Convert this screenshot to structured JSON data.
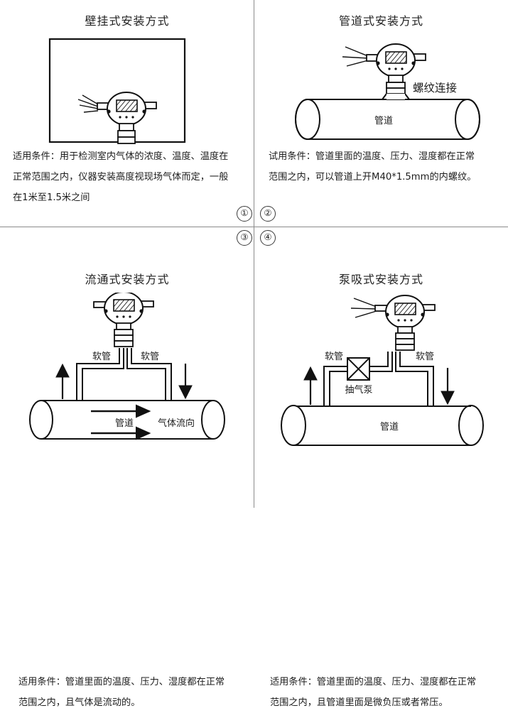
{
  "figure": {
    "kind": "gas-detector-installation-methods",
    "quadrant_count": 4
  },
  "quadrants": [
    {
      "index_label": "①",
      "title": "壁挂式安装方式",
      "caption_lines": [
        "适用条件：用于检测室内气体的浓度、温度、温度在",
        "正常范围之内，仪器安装高度视现场气体而定，一般",
        "在1米至1.5米之间"
      ],
      "drawing_labels": []
    },
    {
      "index_label": "②",
      "title": "管道式安装方式",
      "caption_lines": [
        "试用条件：管道里面的温度、压力、湿度都在正常",
        "范围之内，可以管道上开M40*1.5mm的内螺纹。"
      ],
      "drawing_labels": [
        {
          "name": "thread-connection",
          "text": "螺纹连接"
        },
        {
          "name": "pipeline",
          "text": "管道"
        }
      ]
    },
    {
      "index_label": "③",
      "title": "流通式安装方式",
      "caption_lines": [
        "适用条件：管道里面的温度、压力、湿度都在正常",
        "范围之内，且气体是流动的。"
      ],
      "drawing_labels": [
        {
          "name": "hose-left",
          "text": "软管"
        },
        {
          "name": "hose-right",
          "text": "软管"
        },
        {
          "name": "pipeline",
          "text": "管道"
        },
        {
          "name": "gas-flow-direction",
          "text": "气体流向"
        }
      ]
    },
    {
      "index_label": "④",
      "title": "泵吸式安装方式",
      "caption_lines": [
        "适用条件：管道里面的温度、压力、湿度都在正常",
        "范围之内，且管道里面是微负压或者常压。"
      ],
      "drawing_labels": [
        {
          "name": "hose-left",
          "text": "软管"
        },
        {
          "name": "hose-right",
          "text": "软管"
        },
        {
          "name": "suction-pump",
          "text": "抽气泵"
        },
        {
          "name": "pipeline",
          "text": "管道"
        }
      ]
    }
  ],
  "colors": {
    "ink": "#111111",
    "divider": "#8b8b8b",
    "text": "#1d1d1d",
    "background": "#ffffff"
  }
}
